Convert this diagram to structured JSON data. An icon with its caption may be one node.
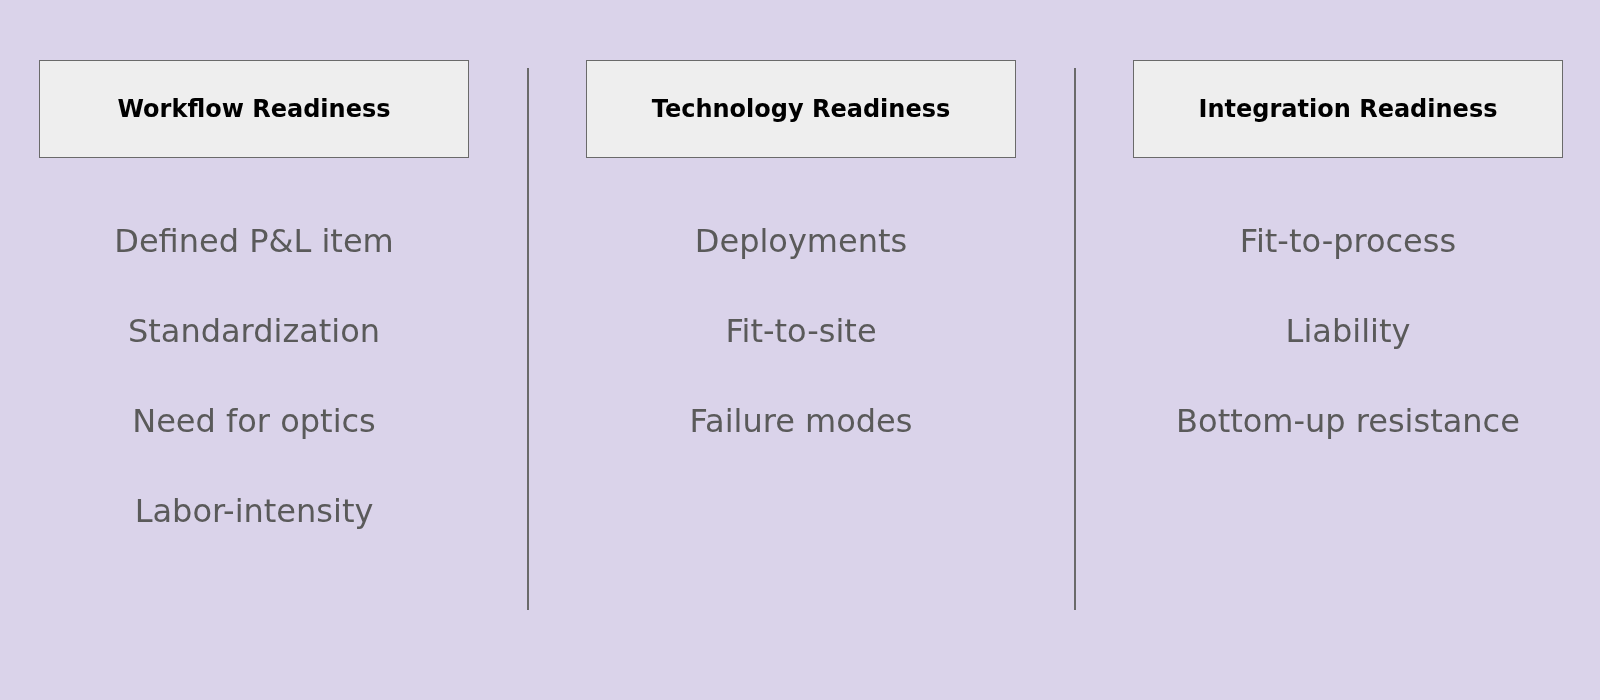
{
  "diagram": {
    "nodes": [
      {
        "text": [
          "Workflow Readiness"
        ],
        "beside": [
          "Defined P&L item",
          "Standardization",
          "Need for optics",
          "Labor-intensity"
        ]
      },
      {
        "text": [
          "Technology Readiness"
        ],
        "beside": [
          "Deployments",
          "Fit-to-site",
          "Failure modes"
        ]
      },
      {
        "text": [
          "Integration Readiness"
        ],
        "beside": [
          "Fit-to-process",
          "Liability",
          "Bottom-up resistance"
        ]
      }
    ]
  }
}
